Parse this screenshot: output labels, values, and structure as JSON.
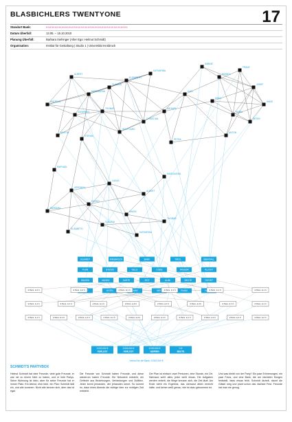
{
  "header": {
    "title": "BLASBICHLERS TWENTYONE",
    "page_number": "17"
  },
  "meta": [
    {
      "label": "Standort Bank:",
      "value": "«««««««««««««««««««««««««««««««««««««««««««««««",
      "highlight": true
    },
    {
      "label": "Datum Überfall:",
      "value": "13.05. – 15.10.2010",
      "highlight": false
    },
    {
      "label": "Planung Überfall:",
      "value": "Barbara Siehinger (Alter Ego: Helmut Schmidt)",
      "highlight": false
    },
    {
      "label": "Organisation:",
      "value": "Institut für Gestaltung | Studio 1 | Universität Innsbruck",
      "highlight": false
    }
  ],
  "colors": {
    "accent": "#1aa7e0",
    "node_dark": "#111111",
    "node_blue": "#1aa7e0",
    "line_dark": "#222222",
    "line_blue": "#7fd0f0"
  },
  "network": {
    "dark_labels": [
      "ALBERT",
      "MAGDALENA",
      "CLAUDIA",
      "ELISABETH",
      "KATHARINA",
      "THOMAS",
      "JOHANNES",
      "ANDREAS",
      "MARTIN",
      "STEFAN",
      "WOLFGANG",
      "CHRISTIAN",
      "MICHAEL",
      "PETRA",
      "SABINE",
      "MONIKA",
      "FRANZ",
      "JOSEF",
      "ANNA",
      "MARIA",
      "PETER",
      "HANS",
      "KARL",
      "ANTON",
      "RAPHAEL",
      "VERONIKA",
      "BARBARA",
      "GEORG",
      "LUKAS",
      "SIMON"
    ],
    "blue_boxes": [
      "SCHMIDT",
      "INNSBRUCK",
      "BANK",
      "TIROL",
      "ÜBERFALL",
      "PLAN",
      "STUDIO",
      "GELD",
      "CODE",
      "TRESOR",
      "FLUCHT",
      "WAGEN",
      "MASKE",
      "KARTE",
      "ZEIT",
      "ALIBI",
      "BEUTE",
      "TATORT",
      "BOTE",
      "HOTEL",
      "BAHN",
      "WEG",
      "RAUM",
      "NACHT"
    ],
    "white_boxes": [
      "2 Pers. à 2 h",
      "2 Pers. à 2 h",
      "2 Pers. à 1 h",
      "2 Pers. à 1 h",
      "2 Pers. à 1 h",
      "2 Pers. à 1 h",
      "2 Pers. à 1 h",
      "2 Pers. à 1 h",
      "2 Pers. à 1 h",
      "2 Pers. à 2 h",
      "2 Pers. à 1 h",
      "2 Pers. à 2 h",
      "2 Pers. à 1 h",
      "2 Pers. à 1 h",
      "2 Pers. à 1 h",
      "2 Pers. à 1 h",
      "2 Pers. à 1 h",
      "2 Pers. à 1 h",
      "2 Pers. à 2 h",
      "2 Pers. à 1 h",
      "2 Pers. à 1 h",
      "2 Pers. à 1 h",
      "2 Pers. à 1 h",
      "2 Pers. à 2 h"
    ],
    "sink_boxes": [
      {
        "line1": "3.000.000 €",
        "line2": "VERLUST"
      },
      {
        "line1": "3.000.000 €",
        "line2": "VERLUST"
      },
      {
        "line1": "3.000.000 €",
        "line2": "GEWINN"
      },
      {
        "line1": "0 €",
        "line2": "BEUTE"
      }
    ],
    "footer_caption": "Verlust für die Bank: 9.000.000 €"
  },
  "section": {
    "title": "SCHMIDT'S PARTYBOX"
  },
  "body_text": [
    "Helmut Schmidt hat viele Freunde, viele gute Freunde, er war nie zu einem Nein zu haben, und er liebt Partys. Seine Wohnung ist klein, aber für seine Freunde hat er immer Platz. Ein Abend, eine Idee, ein Plan: Schmidt lädt ein, und alle kommen. Nicht alle kennen sich, aber das ist egal.",
    "Die Freunde von Schmidt haben Freunde, und diese wiederum haben Freunde. Ein Netzwerk entsteht, ein Geflecht aus Beziehungen, Verbindungen und Zufällen. Jeder kennt jemanden, der jemanden kennt. So kommt es, dass eines Abends die richtige Idee zur richtigen Zeit entsteht.",
    "Der Plan ist einfach: zwei Personen, eine Stunde, ein Ort. Niemand weiß alles, jeder weiß etwas. Die Aufgaben werden verteilt, die Wege kreuzen sich, die Zeit läuft. Am Ende steht ein Ergebnis, das niemand allein erreicht hätte, und keiner weiß genau, wie es dazu gekommen ist.",
    "Und was bleibt von der Party? Ein paar Erinnerungen, ein paar Fotos, und eine Bank, die am nächsten Morgen feststellt, dass etwas fehlt. Schmidt lächelt, räumt die Gläser weg und plant schon das nächste Fest. Freunde hat man nie genug."
  ]
}
